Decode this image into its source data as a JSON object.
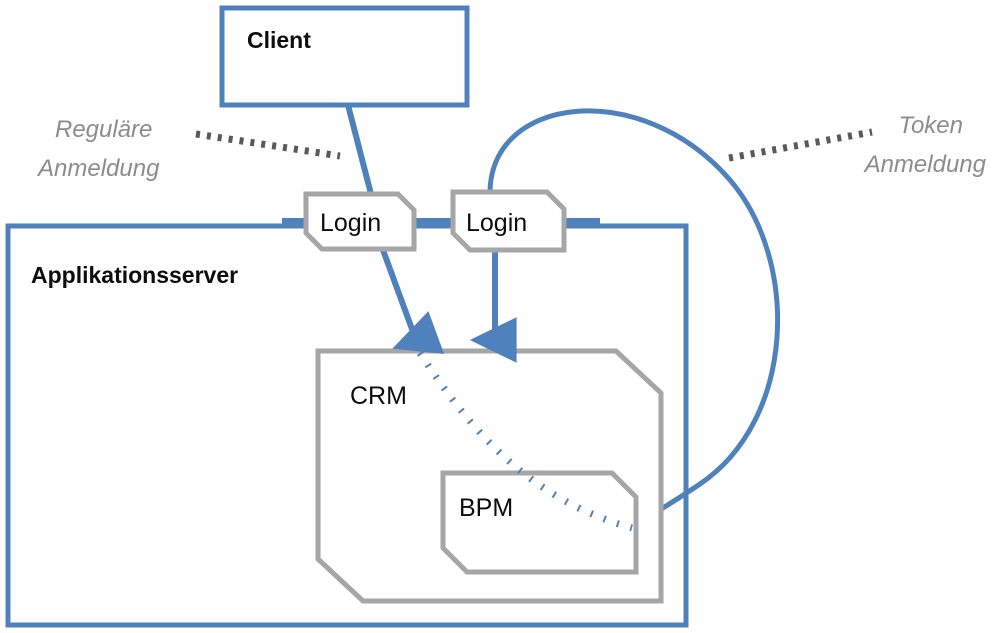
{
  "diagram": {
    "title_bold_nodes": {
      "client": "Client",
      "app_server": "Applikationsserver"
    },
    "nodes": [
      {
        "id": "client",
        "label": "Client",
        "shape": "rectangle",
        "border": "#4f81bd"
      },
      {
        "id": "app-server",
        "label": "Applikationsserver",
        "shape": "rectangle",
        "border": "#4f81bd"
      },
      {
        "id": "login-left",
        "label": "Login",
        "shape": "chamfered",
        "border": "#a6a6a6"
      },
      {
        "id": "login-right",
        "label": "Login",
        "shape": "chamfered",
        "border": "#a6a6a6"
      },
      {
        "id": "crm",
        "label": "CRM",
        "shape": "chamfered",
        "border": "#a6a6a6"
      },
      {
        "id": "bpm",
        "label": "BPM",
        "shape": "chamfered",
        "border": "#a6a6a6"
      }
    ],
    "annotations": [
      {
        "id": "regular-login",
        "line1": "Reguläre",
        "line2": "Anmeldung",
        "align": "left",
        "color": "#8c8c8c"
      },
      {
        "id": "token-login",
        "line1": "Token",
        "line2": "Anmeldung",
        "align": "right",
        "color": "#8c8c8c"
      }
    ],
    "colors": {
      "accent_blue": "#4f81bd",
      "node_gray": "#a6a6a6",
      "annotation_gray": "#8c8c8c",
      "leader_gray": "#595959",
      "text_black": "#0d0d0d",
      "background": "#ffffff"
    },
    "connectors": [
      {
        "id": "client-to-login-left",
        "style": "solid",
        "color": "#4f81bd",
        "arrow": false
      },
      {
        "id": "login-left-to-crm",
        "style": "solid",
        "color": "#4f81bd",
        "arrow": true
      },
      {
        "id": "login-right-to-crm",
        "style": "solid",
        "color": "#4f81bd",
        "arrow": true
      },
      {
        "id": "login-left-to-right",
        "style": "solid",
        "color": "#4f81bd",
        "arrow": false
      },
      {
        "id": "token-arc",
        "style": "solid",
        "color": "#4f81bd",
        "arrow": false
      },
      {
        "id": "crm-to-bpm-dotted",
        "style": "dotted",
        "color": "#4f81bd",
        "arrow": false
      },
      {
        "id": "leader-regular-login",
        "style": "dotted",
        "color": "#595959",
        "arrow": false
      },
      {
        "id": "leader-token-login",
        "style": "dotted",
        "color": "#595959",
        "arrow": false
      }
    ]
  }
}
